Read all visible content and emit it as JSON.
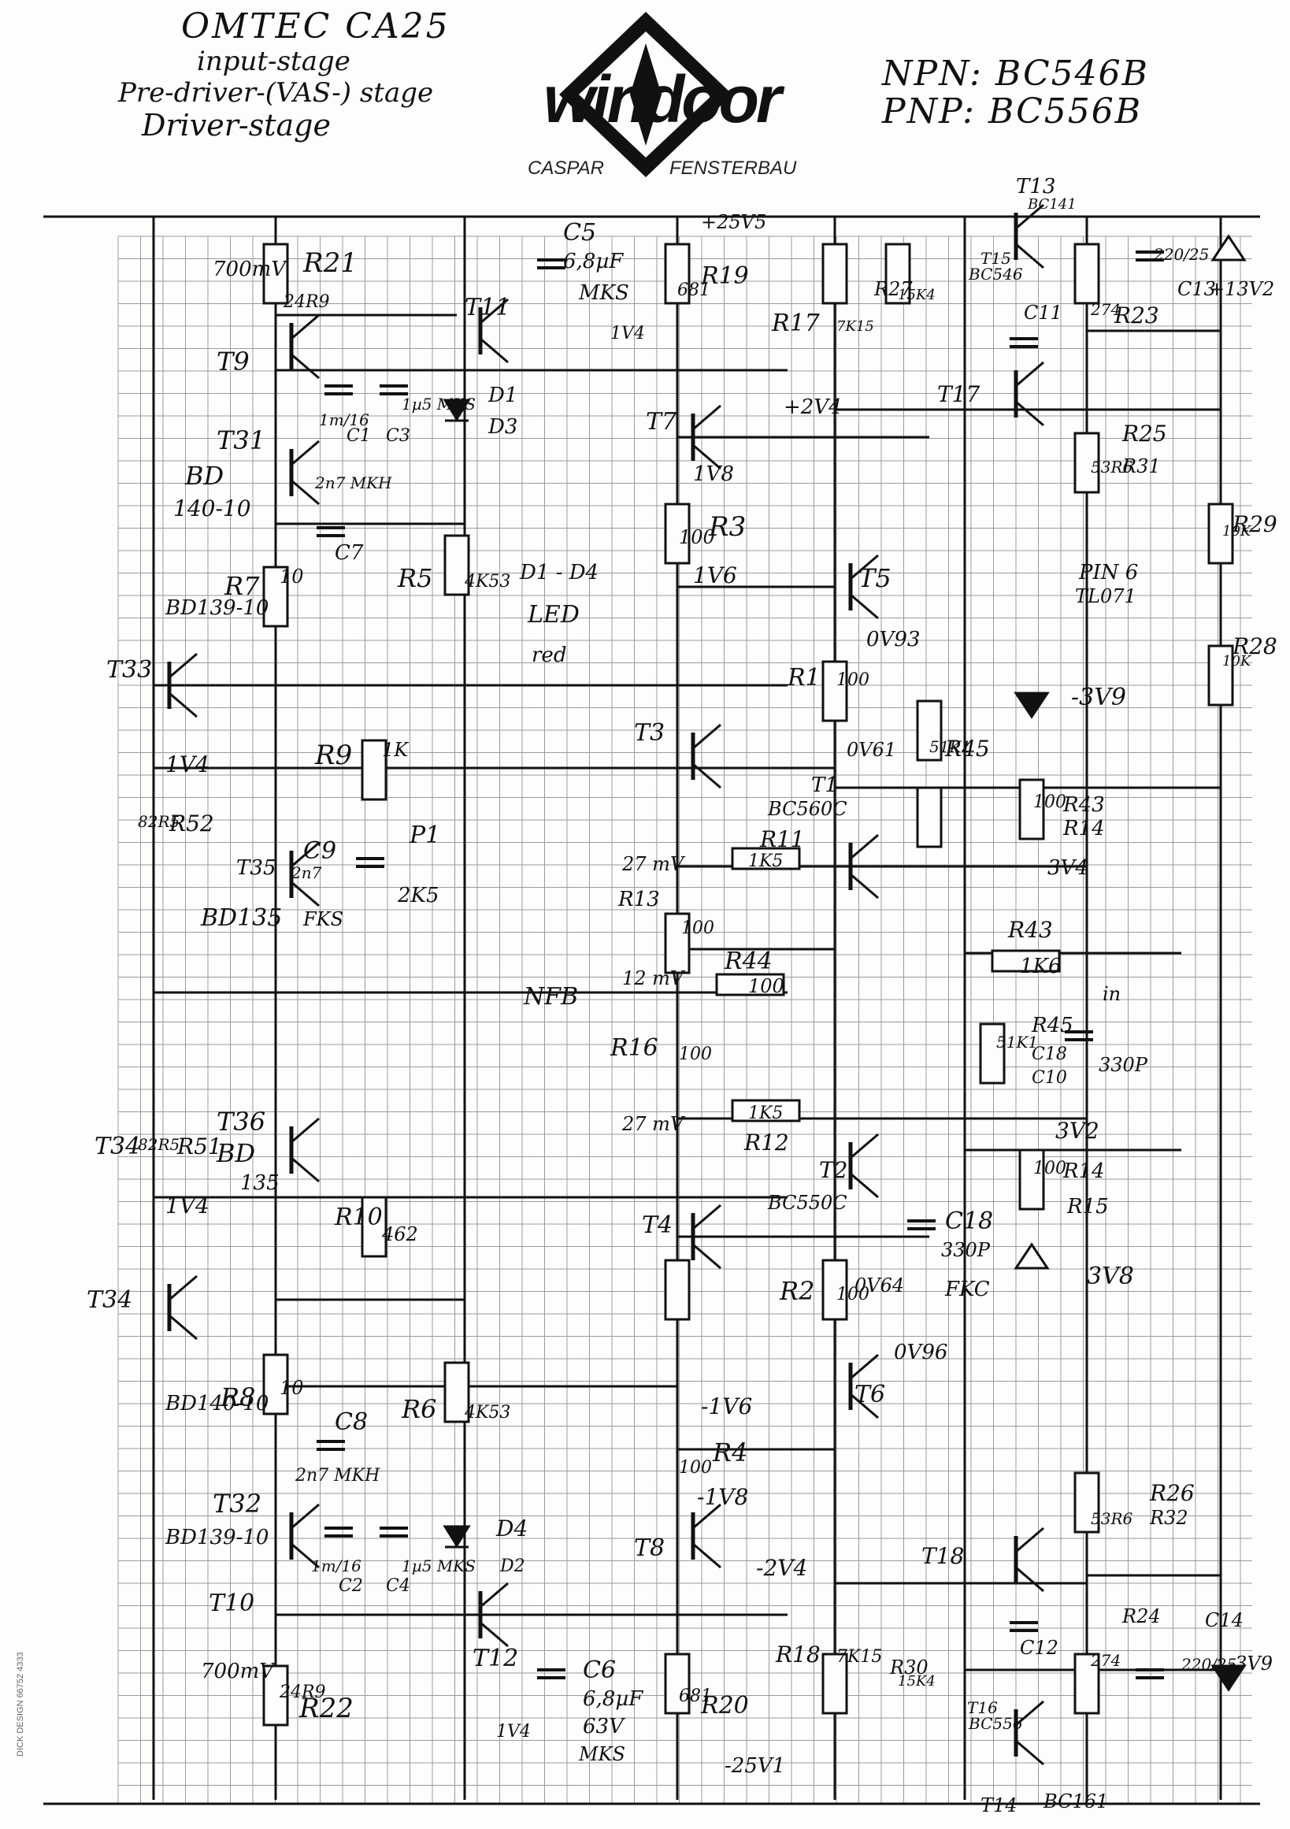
{
  "title": {
    "line1": "OMTEC CA25",
    "line2": "input-stage",
    "line3": "Pre-driver-(VAS-) stage",
    "line4": "Driver-stage"
  },
  "transistor_types": {
    "npn": "NPN: BC546B",
    "pnp": "PNP: BC556B"
  },
  "logo": {
    "wordmark": "windoor",
    "caption_left": "CASPAR",
    "caption_right": "FENSTERBAU"
  },
  "side_print": "DICK DESIGN 66752 4333",
  "labels": [
    {
      "id": "r21",
      "text": "R21"
    },
    {
      "id": "r21v",
      "text": "24R9"
    },
    {
      "id": "v700a",
      "text": "700mV"
    },
    {
      "id": "t9",
      "text": "T9"
    },
    {
      "id": "t11",
      "text": "T11"
    },
    {
      "id": "t31",
      "text": "T31"
    },
    {
      "id": "bd140a",
      "text": "BD"
    },
    {
      "id": "bd140b",
      "text": "140-10"
    },
    {
      "id": "c1",
      "text": "C1"
    },
    {
      "id": "c3",
      "text": "C3"
    },
    {
      "id": "c1v",
      "text": "1m/16"
    },
    {
      "id": "c3v",
      "text": "1µ5 MKS"
    },
    {
      "id": "d1",
      "text": "D1"
    },
    {
      "id": "d3",
      "text": "D3"
    },
    {
      "id": "c7",
      "text": "C7"
    },
    {
      "id": "c7v",
      "text": "2n7 MKH"
    },
    {
      "id": "r7",
      "text": "R7"
    },
    {
      "id": "r7v",
      "text": "10"
    },
    {
      "id": "r5",
      "text": "R5"
    },
    {
      "id": "r5v",
      "text": "4K53"
    },
    {
      "id": "d1d4",
      "text": "D1 - D4"
    },
    {
      "id": "led",
      "text": "LED"
    },
    {
      "id": "red",
      "text": "red"
    },
    {
      "id": "t33",
      "text": "T33"
    },
    {
      "id": "bd139a",
      "text": "BD139-10"
    },
    {
      "id": "v1v4a",
      "text": "1V4"
    },
    {
      "id": "r52",
      "text": "R52"
    },
    {
      "id": "r52v",
      "text": "82R5"
    },
    {
      "id": "r9",
      "text": "R9"
    },
    {
      "id": "r9v",
      "text": "1K"
    },
    {
      "id": "p1",
      "text": "P1"
    },
    {
      "id": "p1v",
      "text": "2K5"
    },
    {
      "id": "c9",
      "text": "C9"
    },
    {
      "id": "c9v",
      "text": "2n7"
    },
    {
      "id": "t35",
      "text": "T35"
    },
    {
      "id": "bd135",
      "text": "BD135"
    },
    {
      "id": "fks",
      "text": "FKS"
    },
    {
      "id": "t34a",
      "text": "T34"
    },
    {
      "id": "r51",
      "text": "R51"
    },
    {
      "id": "r51v",
      "text": "82R5"
    },
    {
      "id": "t36",
      "text": "T36"
    },
    {
      "id": "bd135b",
      "text": "BD"
    },
    {
      "id": "bd135c",
      "text": "135"
    },
    {
      "id": "v1v4b",
      "text": "1V4"
    },
    {
      "id": "r10",
      "text": "R10"
    },
    {
      "id": "r10v",
      "text": "462"
    },
    {
      "id": "t34b",
      "text": "T34"
    },
    {
      "id": "bd140c",
      "text": "BD140-10"
    },
    {
      "id": "r8",
      "text": "R8"
    },
    {
      "id": "r8v",
      "text": "10"
    },
    {
      "id": "c8",
      "text": "C8"
    },
    {
      "id": "c8v",
      "text": "2n7 MKH"
    },
    {
      "id": "r6",
      "text": "R6"
    },
    {
      "id": "r6v",
      "text": "4K53"
    },
    {
      "id": "t32",
      "text": "T32"
    },
    {
      "id": "bd139b",
      "text": "BD139-10"
    },
    {
      "id": "d4",
      "text": "D4"
    },
    {
      "id": "d2",
      "text": "D2"
    },
    {
      "id": "c2",
      "text": "C2"
    },
    {
      "id": "c4",
      "text": "C4"
    },
    {
      "id": "c2v",
      "text": "1m/16"
    },
    {
      "id": "c4v",
      "text": "1µ5 MKS"
    },
    {
      "id": "t10",
      "text": "T10"
    },
    {
      "id": "t12",
      "text": "T12"
    },
    {
      "id": "v700b",
      "text": "700mV"
    },
    {
      "id": "r22",
      "text": "R22"
    },
    {
      "id": "r22v",
      "text": "24R9"
    },
    {
      "id": "c5",
      "text": "C5"
    },
    {
      "id": "c5v1",
      "text": "6,8µF"
    },
    {
      "id": "c5v2",
      "text": "MKS"
    },
    {
      "id": "v1v4c",
      "text": "1V4"
    },
    {
      "id": "p25v5",
      "text": "+25V5"
    },
    {
      "id": "r19",
      "text": "R19"
    },
    {
      "id": "r19v",
      "text": "681"
    },
    {
      "id": "t7",
      "text": "T7"
    },
    {
      "id": "v1v8a",
      "text": "1V8"
    },
    {
      "id": "v2v4a",
      "text": "+2V4"
    },
    {
      "id": "r3",
      "text": "R3"
    },
    {
      "id": "r3v",
      "text": "100"
    },
    {
      "id": "v1v6a",
      "text": "1V6"
    },
    {
      "id": "t5",
      "text": "T5"
    },
    {
      "id": "v0v93",
      "text": "0V93"
    },
    {
      "id": "r1",
      "text": "R1"
    },
    {
      "id": "r1v",
      "text": "100"
    },
    {
      "id": "t3",
      "text": "T3"
    },
    {
      "id": "v0v61",
      "text": "0V61"
    },
    {
      "id": "t1",
      "text": "T1"
    },
    {
      "id": "bc560c",
      "text": "BC560C"
    },
    {
      "id": "r45a",
      "text": "R45"
    },
    {
      "id": "r45av",
      "text": "51K1"
    },
    {
      "id": "r11",
      "text": "R11"
    },
    {
      "id": "r11v",
      "text": "1K5"
    },
    {
      "id": "mv27a",
      "text": "27 mV"
    },
    {
      "id": "r13",
      "text": "R13"
    },
    {
      "id": "r13v",
      "text": "100"
    },
    {
      "id": "r44",
      "text": "R44"
    },
    {
      "id": "r44v",
      "text": "100"
    },
    {
      "id": "nfb",
      "text": "NFB"
    },
    {
      "id": "mv12",
      "text": "12 mV"
    },
    {
      "id": "r16",
      "text": "R16"
    },
    {
      "id": "r16v",
      "text": "100"
    },
    {
      "id": "mv27b",
      "text": "27 mV"
    },
    {
      "id": "r12",
      "text": "R12"
    },
    {
      "id": "r12v",
      "text": "1K5"
    },
    {
      "id": "t2",
      "text": "T2"
    },
    {
      "id": "bc550c",
      "text": "BC550C"
    },
    {
      "id": "t4",
      "text": "T4"
    },
    {
      "id": "r2",
      "text": "R2"
    },
    {
      "id": "r2v",
      "text": "100"
    },
    {
      "id": "v0v64",
      "text": "0V64"
    },
    {
      "id": "c18b",
      "text": "C18"
    },
    {
      "id": "c18bv",
      "text": "330P"
    },
    {
      "id": "fkc",
      "text": "FKC"
    },
    {
      "id": "v0v96",
      "text": "0V96"
    },
    {
      "id": "t6",
      "text": "T6"
    },
    {
      "id": "v1v6b",
      "text": "-1V6"
    },
    {
      "id": "r4",
      "text": "R4"
    },
    {
      "id": "r4v",
      "text": "100"
    },
    {
      "id": "v1v8b",
      "text": "-1V8"
    },
    {
      "id": "t8",
      "text": "T8"
    },
    {
      "id": "v2v4b",
      "text": "-2V4"
    },
    {
      "id": "r18",
      "text": "R18"
    },
    {
      "id": "r18v",
      "text": "7K15"
    },
    {
      "id": "c6",
      "text": "C6"
    },
    {
      "id": "c6v1",
      "text": "6,8µF"
    },
    {
      "id": "c6v2",
      "text": "63V"
    },
    {
      "id": "c6v3",
      "text": "MKS"
    },
    {
      "id": "v1v4d",
      "text": "1V4"
    },
    {
      "id": "r20",
      "text": "R20"
    },
    {
      "id": "r20v",
      "text": "681"
    },
    {
      "id": "m25v1",
      "text": "-25V1"
    },
    {
      "id": "t13",
      "text": "T13"
    },
    {
      "id": "bc141a",
      "text": "BC141"
    },
    {
      "id": "t15",
      "text": "T15"
    },
    {
      "id": "bc546",
      "text": "BC546"
    },
    {
      "id": "r17",
      "text": "R17"
    },
    {
      "id": "r17v",
      "text": "7K15"
    },
    {
      "id": "r27",
      "text": "R27"
    },
    {
      "id": "r27v",
      "text": "15K4"
    },
    {
      "id": "c11",
      "text": "C11"
    },
    {
      "id": "r23",
      "text": "R23"
    },
    {
      "id": "r23v",
      "text": "274"
    },
    {
      "id": "c13",
      "text": "C13"
    },
    {
      "id": "c13v",
      "text": "220/25"
    },
    {
      "id": "p13v",
      "text": "+13V2"
    },
    {
      "id": "t17",
      "text": "T17"
    },
    {
      "id": "r25",
      "text": "R25"
    },
    {
      "id": "r25v",
      "text": "53R6"
    },
    {
      "id": "r31",
      "text": "R31"
    },
    {
      "id": "r29",
      "text": "R29"
    },
    {
      "id": "r29v",
      "text": "10K"
    },
    {
      "id": "pin6",
      "text": "PIN 6"
    },
    {
      "id": "tl071",
      "text": "TL071"
    },
    {
      "id": "r28",
      "text": "R28"
    },
    {
      "id": "r28v",
      "text": "10K"
    },
    {
      "id": "m3v9a",
      "text": "-3V9"
    },
    {
      "id": "r43",
      "text": "R43"
    },
    {
      "id": "r43v",
      "text": "100"
    },
    {
      "id": "r14",
      "text": "R14"
    },
    {
      "id": "v3v4",
      "text": "3V4"
    },
    {
      "id": "r43b",
      "text": "R43"
    },
    {
      "id": "r43bv",
      "text": "1K6"
    },
    {
      "id": "in",
      "text": "in"
    },
    {
      "id": "r45b",
      "text": "R45"
    },
    {
      "id": "r45bv",
      "text": "51K1"
    },
    {
      "id": "c18a",
      "text": "C18"
    },
    {
      "id": "c10",
      "text": "C10"
    },
    {
      "id": "c18av",
      "text": "330P"
    },
    {
      "id": "v3v2",
      "text": "3V2"
    },
    {
      "id": "r14b",
      "text": "R14"
    },
    {
      "id": "r15",
      "text": "R15"
    },
    {
      "id": "r15v",
      "text": "100"
    },
    {
      "id": "v3v8",
      "text": "3V8"
    },
    {
      "id": "r26",
      "text": "R26"
    },
    {
      "id": "r26v",
      "text": "53R6"
    },
    {
      "id": "r32",
      "text": "R32"
    },
    {
      "id": "t18",
      "text": "T18"
    },
    {
      "id": "r24",
      "text": "R24"
    },
    {
      "id": "r24v",
      "text": "274"
    },
    {
      "id": "c12",
      "text": "C12"
    },
    {
      "id": "c14",
      "text": "C14"
    },
    {
      "id": "c14v",
      "text": "220/25"
    },
    {
      "id": "m3v9b",
      "text": "-3V9"
    },
    {
      "id": "r30",
      "text": "R30"
    },
    {
      "id": "r30v",
      "text": "15K4"
    },
    {
      "id": "t16",
      "text": "T16"
    },
    {
      "id": "bc556",
      "text": "BC556"
    },
    {
      "id": "t14",
      "text": "T14"
    },
    {
      "id": "bc161",
      "text": "BC161"
    }
  ]
}
